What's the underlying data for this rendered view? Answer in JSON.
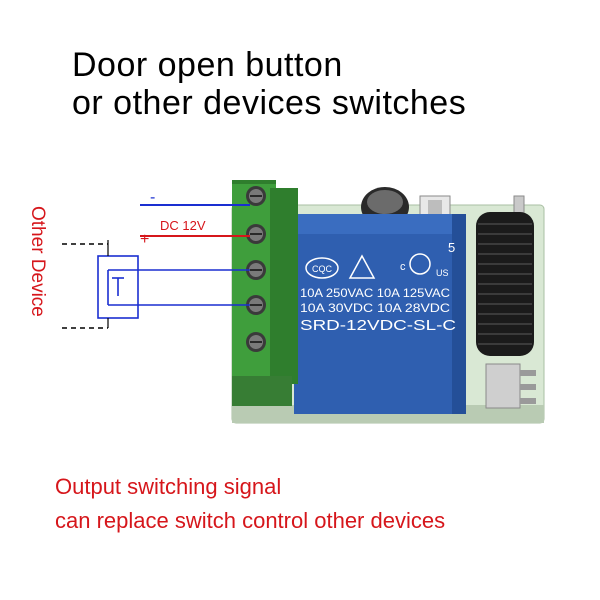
{
  "title": {
    "line1": "Door open button",
    "line2": "or other devices switches"
  },
  "side_label": "Other Device",
  "power": {
    "label": "DC 12V",
    "minus": "-",
    "plus": "+"
  },
  "relay": {
    "number": "5",
    "cqc": "CQC",
    "us": "US",
    "c_mark": "c",
    "rating_line1": "10A 250VAC  10A 125VAC",
    "rating_line2": "10A 30VDC  10A 28VDC",
    "model": "SRD-12VDC-SL-C"
  },
  "caption": {
    "line1": "Output switching signal",
    "line2": "can replace switch control other devices"
  },
  "colors": {
    "red": "#d6161b",
    "blue": "#1a2fd1",
    "terminal_green": "#3f9e3c",
    "relay_blue": "#2f5fb0",
    "pcb": "#d9e8d4"
  }
}
